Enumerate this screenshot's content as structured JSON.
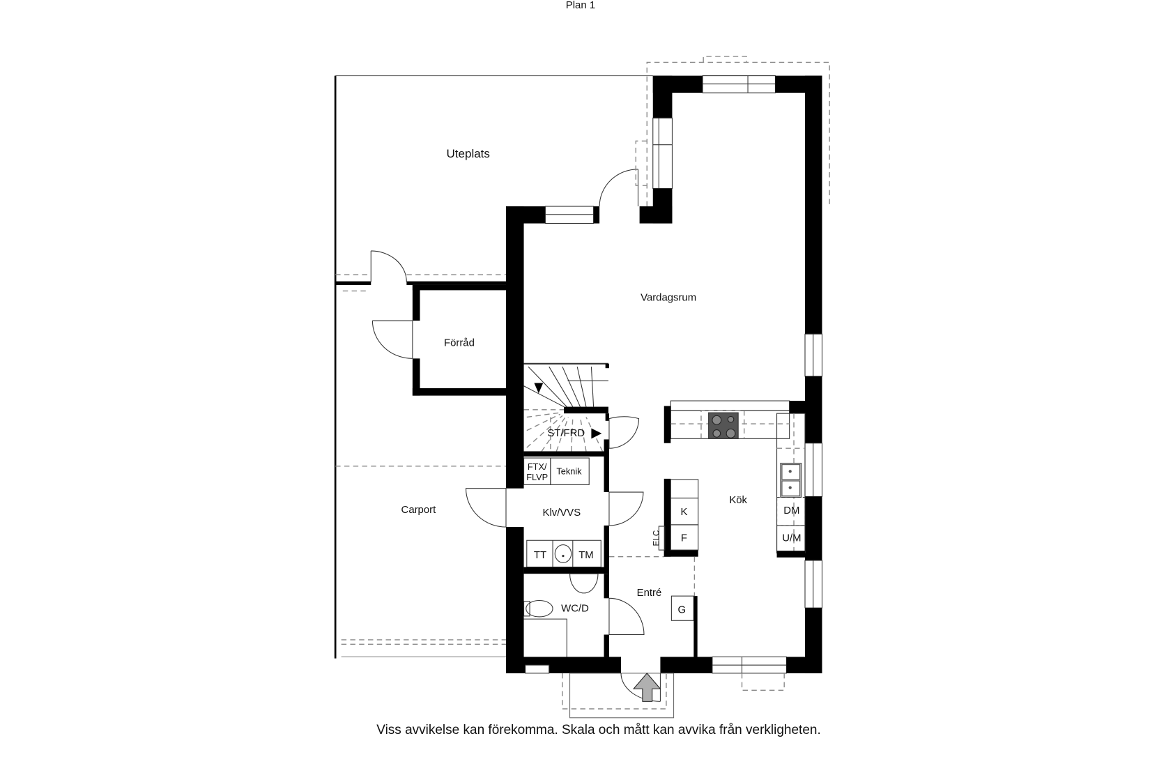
{
  "title": "Plan 1",
  "footer": "Viss avvikelse kan förekomma. Skala och mått kan avvika från verkligheten.",
  "rooms": {
    "uteplats": "Uteplats",
    "vardagsrum": "Vardagsrum",
    "forrad": "Förråd",
    "st_frd": "ST/FRD",
    "ftx_line1": "FTX/",
    "ftx_line2": "FLVP",
    "teknik": "Teknik",
    "klv_vvs": "Klv/VVS",
    "carport": "Carport",
    "kok": "Kök",
    "wc_d": "WC/D",
    "entre": "Entré"
  },
  "fixtures": {
    "tt": "TT",
    "tm": "TM",
    "k": "K",
    "f": "F",
    "elc": "ELC",
    "g": "G",
    "dm": "DM",
    "um": "U/M"
  },
  "colors": {
    "wall": "#000000",
    "line": "#333333",
    "dashed": "#888888",
    "stove": "#555555",
    "entrance_arrow": "#b0b0b0"
  }
}
